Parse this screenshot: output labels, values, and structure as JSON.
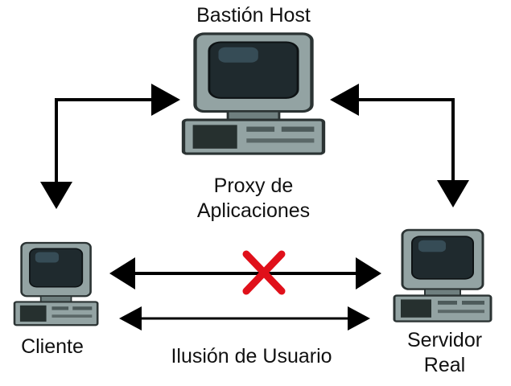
{
  "diagram": {
    "bastion_title": "Bastión Host",
    "proxy_label_line1": "Proxy de",
    "proxy_label_line2": "Aplicaciones",
    "client_label": "Cliente",
    "server_label_line1": "Servidor",
    "server_label_line2": "Real",
    "illusion_label": "Ilusión de Usuario"
  },
  "icons": {
    "proxy": "computer-icon",
    "client": "computer-icon",
    "server": "computer-icon",
    "blocked": "red-cross-icon"
  },
  "colors": {
    "monitor_body": "#8fa0a0",
    "monitor_dark": "#4d5a5a",
    "screen": "#1f2a2e",
    "screen_glow": "#3c5560",
    "arrow": "#000000",
    "cross": "#e0101a"
  }
}
